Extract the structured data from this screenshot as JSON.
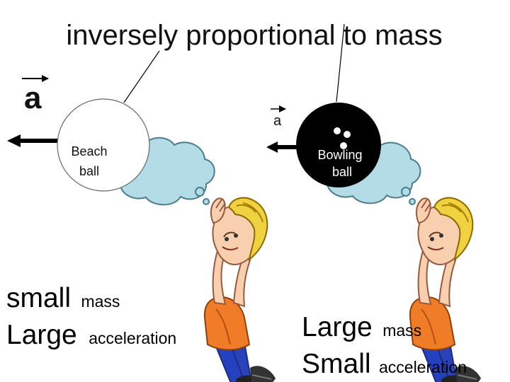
{
  "title": "inversely proportional to mass",
  "left_arrow_label": "a",
  "right_arrow_label": "a",
  "beach_ball": {
    "line1": "Beach",
    "line2": "ball"
  },
  "bowling_ball": {
    "line1": "Bowling",
    "line2": "ball"
  },
  "left_caption": {
    "row1_big": "small",
    "row1_small": "mass",
    "row2_big": "Large",
    "row2_small": "acceleration"
  },
  "right_caption": {
    "row1_big": "Large",
    "row1_small": "mass",
    "row2_big": "Small",
    "row2_small": "acceleration"
  },
  "colors": {
    "thought_cloud": "#b4dce6",
    "bowling_ball": "#000000",
    "beach_ball": "#ffffff",
    "shirt": "#f07c28",
    "pants": "#2a42b8",
    "hair": "#f0d240",
    "skin": "#f8d0b0"
  }
}
